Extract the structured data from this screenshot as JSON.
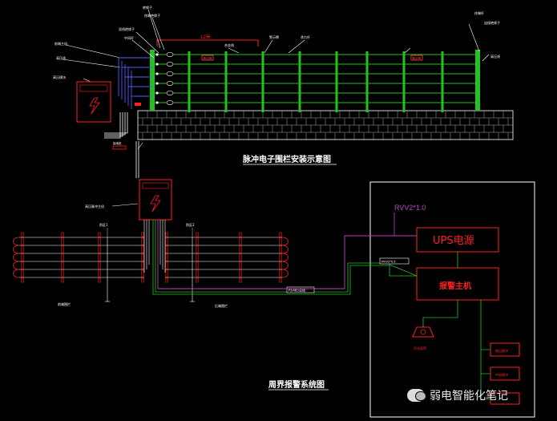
{
  "top_diagram": {
    "title": "脉冲电子围栏安装示意图",
    "span_label": "12米",
    "left_labels": [
      "前端主机",
      "高压线",
      "高压模块"
    ],
    "top_labels": [
      "绝缘子",
      "终端绝缘子",
      "双线绝缘子",
      "中间杆",
      "合金线",
      "警示牌",
      "承力杆"
    ],
    "right_labels": [
      "终端杆",
      "连接绝缘子",
      "高压线"
    ],
    "tag_red_left": "警示牌",
    "tag_red_right": "警示牌",
    "tag_bottom": "接地桩"
  },
  "bottom_diagram": {
    "title": "周界报警系统图",
    "controller_label": "高压脉冲主机",
    "zone_left": "防区1",
    "zone_right": "防区2",
    "fence_left_label": "前端围栏",
    "fence_right_label": "后端围栏",
    "bus_label": "RS485总线",
    "cable_label": "RVV2*1.0",
    "cable_label2": "RVV2*0.5",
    "ups_label": "UPS电源",
    "host_label": "报警主机",
    "alarm_label": "声光报警",
    "box1_label": "输出模块",
    "box2_label": "中继模块"
  },
  "watermark": {
    "text": "弱电智能化笔记",
    "icon": "wechat-icon"
  },
  "colors": {
    "fence_green": "#22c222",
    "wire_green": "#33ff33",
    "red": "#ff2020",
    "blue": "#4f5bff",
    "magenta": "#c040c0",
    "white": "#ffffff",
    "brick": "#d0d0d0"
  }
}
